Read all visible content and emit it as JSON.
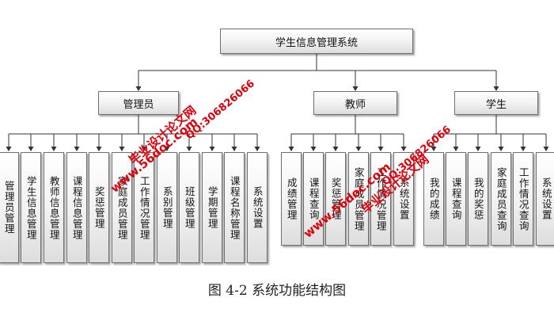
{
  "root": {
    "label": "学生信息管理系统"
  },
  "groups": [
    {
      "key": "admin",
      "label": "管理员",
      "items": [
        "管理员管理",
        "学生信息管理",
        "教师信息管理",
        "课程信息管理",
        "奖惩管理",
        "家庭成员管理",
        "工作情况管理",
        "系别管理",
        "班级管理",
        "学期管理",
        "课程名称管理",
        "系统设置"
      ]
    },
    {
      "key": "teacher",
      "label": "教师",
      "items": [
        "成绩管理",
        "课程查询",
        "奖惩管理",
        "家庭成员管理",
        "工作情况管理",
        "系统设置"
      ]
    },
    {
      "key": "student",
      "label": "学生",
      "items": [
        "我的成绩",
        "课程查询",
        "我的奖惩",
        "家庭成员查询",
        "工作情况查询",
        "系统设置"
      ]
    }
  ],
  "caption": "图 4-2 系统功能结构图",
  "watermark": {
    "site": "毕业设计论文网",
    "url": "www.56doc.com",
    "qq": "QQ:306826066"
  }
}
